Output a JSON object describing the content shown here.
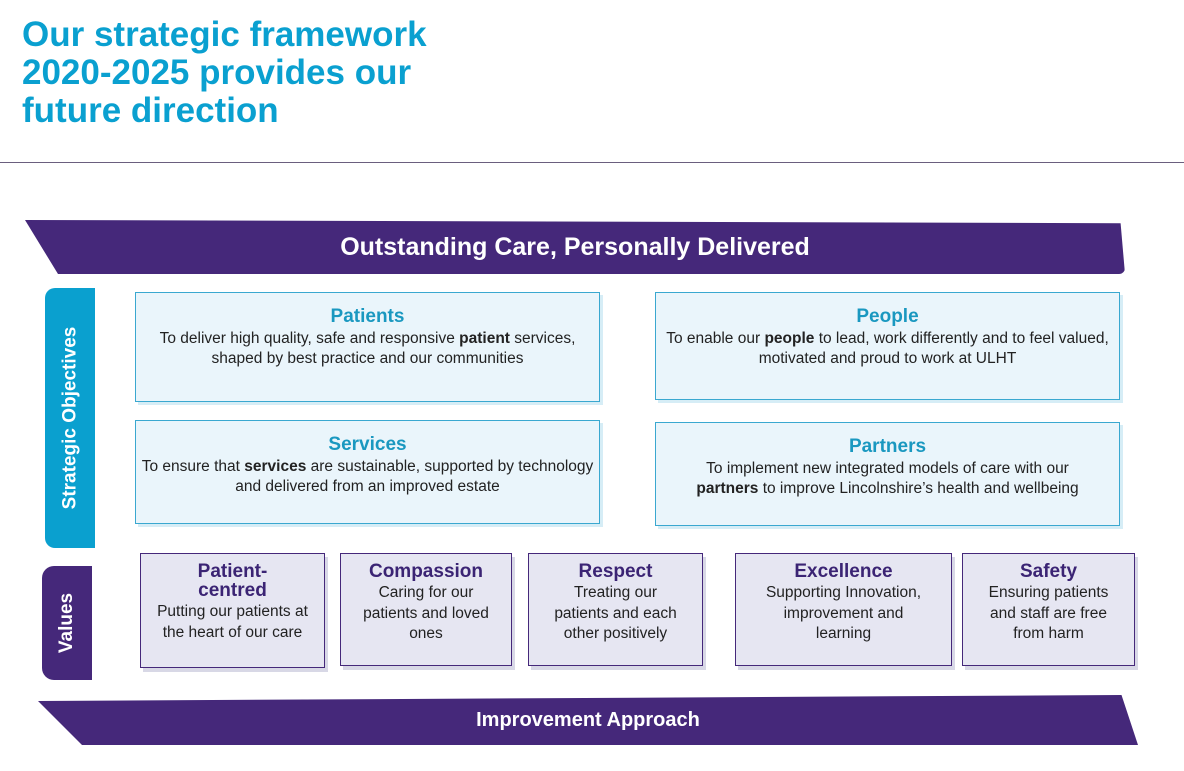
{
  "title": [
    "Our strategic framework",
    "2020-2025 provides our",
    "future direction"
  ],
  "banner_top": "Outstanding Care, Personally Delivered",
  "banner_bottom": "Improvement Approach",
  "strategic_tab": "Strategic Objectives",
  "values_tab": "Values",
  "objectives": [
    {
      "title": "Patients",
      "pre": "To deliver high quality, safe and responsive ",
      "bold": "patient",
      "post": " services, shaped by best practice and our communities"
    },
    {
      "title": "People",
      "pre": "To enable our ",
      "bold": "people",
      "post": " to lead, work differently and to feel valued, motivated and proud to work at ULHT"
    },
    {
      "title": "Services",
      "pre": "To ensure that ",
      "bold": "services",
      "post": " are sustainable, supported by technology and delivered from an improved estate"
    },
    {
      "title": "Partners",
      "pre": "To implement new integrated models of care with our ",
      "bold": "partners",
      "post": " to improve Lincolnshire’s health and wellbeing"
    }
  ],
  "values": [
    {
      "title": "Patient-centred",
      "text": "Putting our patients at the heart of our care"
    },
    {
      "title": "Compassion",
      "text": "Caring for our patients and loved ones"
    },
    {
      "title": "Respect",
      "text": "Treating our patients and each other positively"
    },
    {
      "title": "Excellence",
      "text": "Supporting Innovation, improvement and learning"
    },
    {
      "title": "Safety",
      "text": "Ensuring patients and staff are free from harm"
    }
  ]
}
